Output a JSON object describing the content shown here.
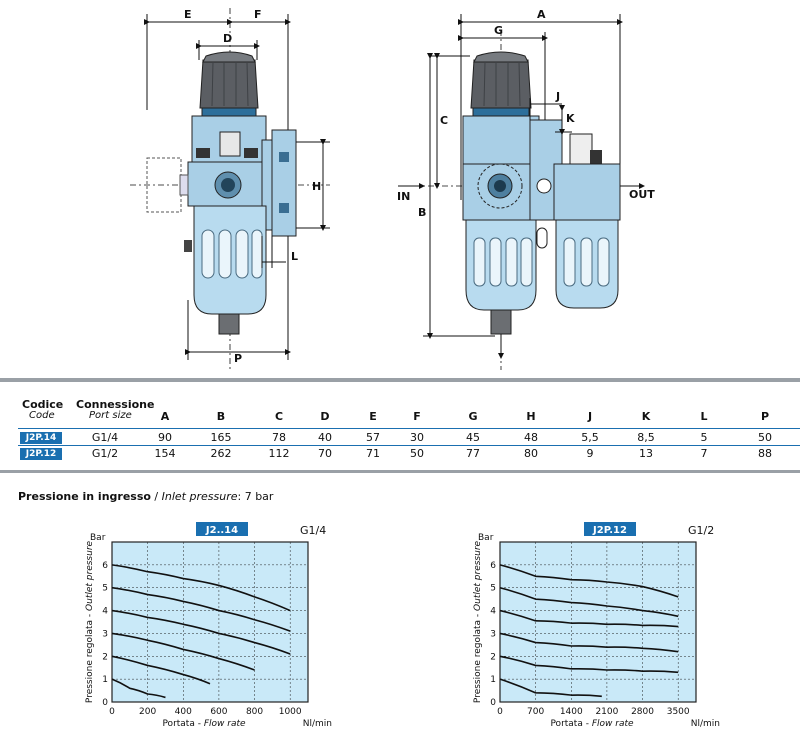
{
  "drawing": {
    "left_labels": [
      "E",
      "F",
      "D",
      "H",
      "L",
      "P"
    ],
    "right_labels": [
      "A",
      "G",
      "C",
      "J",
      "K",
      "B"
    ],
    "in_label": "IN",
    "out_label": "OUT"
  },
  "table": {
    "header": {
      "code_it": "Codice",
      "code_en": "Code",
      "conn_it": "Connessione",
      "conn_en": "Port size",
      "cols": [
        "A",
        "B",
        "C",
        "D",
        "E",
        "F",
        "G",
        "H",
        "J",
        "K",
        "L",
        "P"
      ]
    },
    "rows": [
      {
        "code": "J2P.14",
        "port": "G1/4",
        "values": [
          "90",
          "165",
          "78",
          "40",
          "57",
          "30",
          "45",
          "48",
          "5,5",
          "8,5",
          "5",
          "50"
        ]
      },
      {
        "code": "J2P.12",
        "port": "G1/2",
        "values": [
          "154",
          "262",
          "112",
          "70",
          "71",
          "50",
          "77",
          "80",
          "9",
          "13",
          "7",
          "88"
        ]
      }
    ]
  },
  "pressure": {
    "bold": "Pressione in ingresso",
    "italic": "Inlet pressure",
    "value": ": 7 bar"
  },
  "colors": {
    "accent": "#1a6fb0",
    "chart_bg": "#c9e9f8",
    "body_blue": "#a9cfe6",
    "knob": "#5b5e63"
  },
  "chart_data": [
    {
      "type": "line",
      "badge": "J2..14",
      "port": "G1/4",
      "ylabel_unit": "Bar",
      "ylabel_it": "Pressione regolata",
      "ylabel_en": "Outlet pressure",
      "xlabel_it": "Portata",
      "xlabel_en": "Flow rate",
      "xunit": "Nl/min",
      "xlim": [
        0,
        1100
      ],
      "ylim": [
        0,
        7
      ],
      "xticks": [
        0,
        200,
        400,
        600,
        800,
        1000
      ],
      "yticks": [
        0,
        1,
        2,
        3,
        4,
        5,
        6
      ],
      "grid": true,
      "series": [
        {
          "x": [
            0,
            200,
            400,
            600,
            800,
            1000
          ],
          "y": [
            6.0,
            5.7,
            5.4,
            5.1,
            4.6,
            4.0
          ]
        },
        {
          "x": [
            0,
            200,
            400,
            600,
            800,
            1000
          ],
          "y": [
            5.0,
            4.7,
            4.4,
            4.0,
            3.6,
            3.1
          ]
        },
        {
          "x": [
            0,
            200,
            400,
            600,
            800,
            1000
          ],
          "y": [
            4.0,
            3.7,
            3.4,
            3.0,
            2.6,
            2.1
          ]
        },
        {
          "x": [
            0,
            200,
            400,
            600,
            800
          ],
          "y": [
            3.0,
            2.7,
            2.3,
            1.9,
            1.4
          ]
        },
        {
          "x": [
            0,
            200,
            400,
            550
          ],
          "y": [
            2.0,
            1.6,
            1.2,
            0.8
          ]
        },
        {
          "x": [
            0,
            100,
            200,
            300
          ],
          "y": [
            1.0,
            0.6,
            0.35,
            0.2
          ]
        }
      ]
    },
    {
      "type": "line",
      "badge": "J2P.12",
      "port": "G1/2",
      "ylabel_unit": "Bar",
      "ylabel_it": "Pressione regolata",
      "ylabel_en": "Outlet pressure",
      "xlabel_it": "Portata",
      "xlabel_en": "Flow rate",
      "xunit": "Nl/min",
      "xlim": [
        0,
        3850
      ],
      "ylim": [
        0,
        7
      ],
      "xticks": [
        0,
        700,
        1400,
        2100,
        2800,
        3500
      ],
      "yticks": [
        0,
        1,
        2,
        3,
        4,
        5,
        6
      ],
      "grid": true,
      "series": [
        {
          "x": [
            0,
            700,
            1400,
            2100,
            2800,
            3500
          ],
          "y": [
            6.0,
            5.5,
            5.35,
            5.25,
            5.05,
            4.6
          ]
        },
        {
          "x": [
            0,
            700,
            1400,
            2100,
            2800,
            3500
          ],
          "y": [
            5.0,
            4.5,
            4.35,
            4.2,
            4.0,
            3.75
          ]
        },
        {
          "x": [
            0,
            700,
            1400,
            2100,
            2800,
            3500
          ],
          "y": [
            4.0,
            3.55,
            3.45,
            3.4,
            3.35,
            3.3
          ]
        },
        {
          "x": [
            0,
            700,
            1400,
            2100,
            2800,
            3500
          ],
          "y": [
            3.0,
            2.6,
            2.45,
            2.4,
            2.35,
            2.2
          ]
        },
        {
          "x": [
            0,
            700,
            1400,
            2100,
            2800,
            3500
          ],
          "y": [
            2.0,
            1.6,
            1.45,
            1.4,
            1.35,
            1.3
          ]
        },
        {
          "x": [
            0,
            700,
            1400,
            2000
          ],
          "y": [
            1.0,
            0.4,
            0.3,
            0.25
          ]
        }
      ]
    }
  ]
}
